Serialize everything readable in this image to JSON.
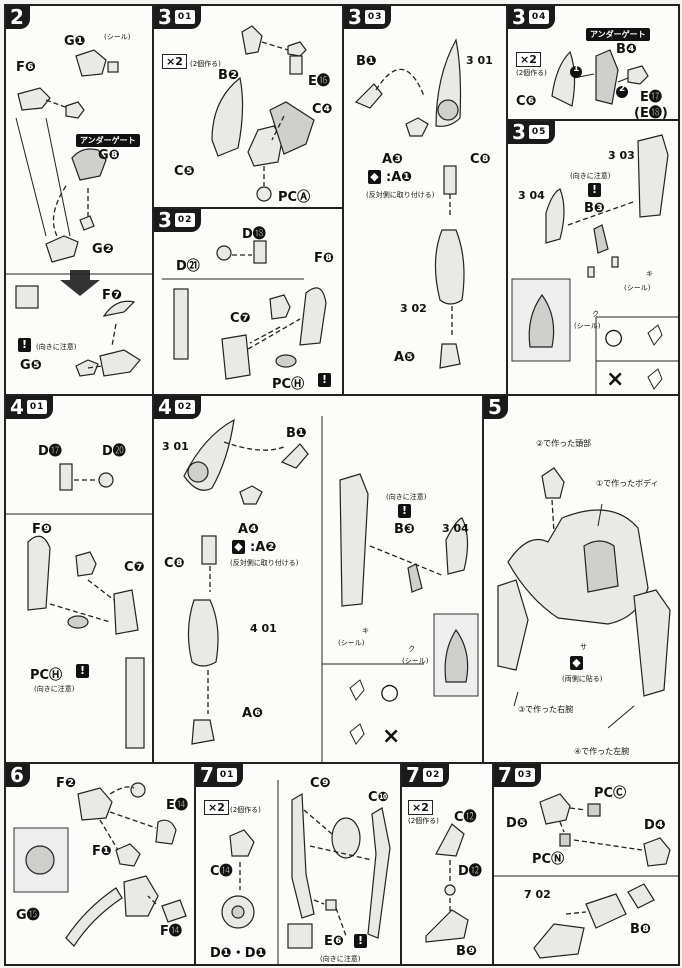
{
  "steps": {
    "s2": {
      "num": "2",
      "g1": "G❶",
      "seal": "(シール)",
      "f6": "F❻",
      "under_gate": "アンダーゲート",
      "g8": "G❽",
      "g2": "G❷",
      "f7": "F❼",
      "caution": "(向きに注意)",
      "g5": "G❺"
    },
    "s3_01": {
      "num": "3",
      "sub": "01",
      "x2": "×2",
      "x2_note": "(2個作る)",
      "b2": "B❷",
      "e16": "E⓰",
      "c4": "C❹",
      "c5": "C❺",
      "pc": "PCⒶ"
    },
    "s3_02": {
      "num": "3",
      "sub": "02",
      "d18": "D⓲",
      "d21": "D㉑",
      "f8": "F❽",
      "c7": "C❼",
      "pc": "PCⒽ",
      "caution": "(向きに注意)"
    },
    "s3_03": {
      "num": "3",
      "sub": "03",
      "b1": "B❶",
      "ref301": "3 01",
      "a3": "A❸",
      "c8": "C❽",
      "a1": ":A❶",
      "opposite": "(反対側に取り付ける)",
      "ref302": "3 02",
      "a5": "A❺"
    },
    "s3_04": {
      "num": "3",
      "sub": "04",
      "under_gate": "アンダーゲート",
      "b4": "B❹",
      "x2": "×2",
      "x2_note": "(2個作る)",
      "c6": "C❻",
      "e17": "E⓱",
      "e18": "(E⓲)",
      "n1": "1",
      "n2": "2"
    },
    "s3_05": {
      "num": "3",
      "sub": "05",
      "ref303": "3 03",
      "caution": "(向きに注意)",
      "b3": "B❸",
      "ref304": "3 04",
      "ki": "キ",
      "seal": "(シール)",
      "ku": "ク",
      "seal2": "(シール)",
      "ok": "○",
      "ng": "×"
    },
    "s4_01": {
      "num": "4",
      "sub": "01",
      "d17": "D⓱",
      "d20": "D⓴",
      "f9": "F❾",
      "c7": "C❼",
      "pc": "PCⒽ",
      "caution": "(向きに注意)"
    },
    "s4_02": {
      "num": "4",
      "sub": "02",
      "ref301": "3 01",
      "b1": "B❶",
      "a4": "A❹",
      "a2": ":A❷",
      "opposite": "(反対側に取り付ける)",
      "c8": "C❽",
      "ref401": "4 01",
      "a6": "A❻",
      "caution": "(向きに注意)",
      "b3": "B❸",
      "ref304": "3 04",
      "ki": "キ",
      "seal": "(シール)",
      "ku": "ク",
      "seal2": "(シール)",
      "ok": "○",
      "ng": "×"
    },
    "s5": {
      "num": "5",
      "head": "②で作った頭部",
      "body": "①で作ったボディ",
      "sa": "サ",
      "both_sides": "(両側に貼る)",
      "right_arm": "③で作った右腕",
      "left_arm": "④で作った左腕"
    },
    "s6": {
      "num": "6",
      "f2": "F❷",
      "e14": "E⓮",
      "f1": "F❶",
      "g15": "G⓯",
      "f14": "F⓮"
    },
    "s7_01": {
      "num": "7",
      "sub": "01",
      "x2": "×2",
      "x2_note": "(2個作る)",
      "c9": "C❾",
      "c10": "C❿",
      "c14": "C⓮",
      "e6": "E❻",
      "caution": "(向きに注意)",
      "d1": "D❶・D❶"
    },
    "s7_02": {
      "num": "7",
      "sub": "02",
      "x2": "×2",
      "x2_note": "(2個作る)",
      "c12": "C⓬",
      "d12": "D⓬",
      "b9": "B❾"
    },
    "s7_03": {
      "num": "7",
      "sub": "03",
      "pcc": "PCⒸ",
      "d5": "D❺",
      "d4": "D❹",
      "pcn": "PCⓃ",
      "ref702": "7 02",
      "b8": "B❽"
    }
  }
}
